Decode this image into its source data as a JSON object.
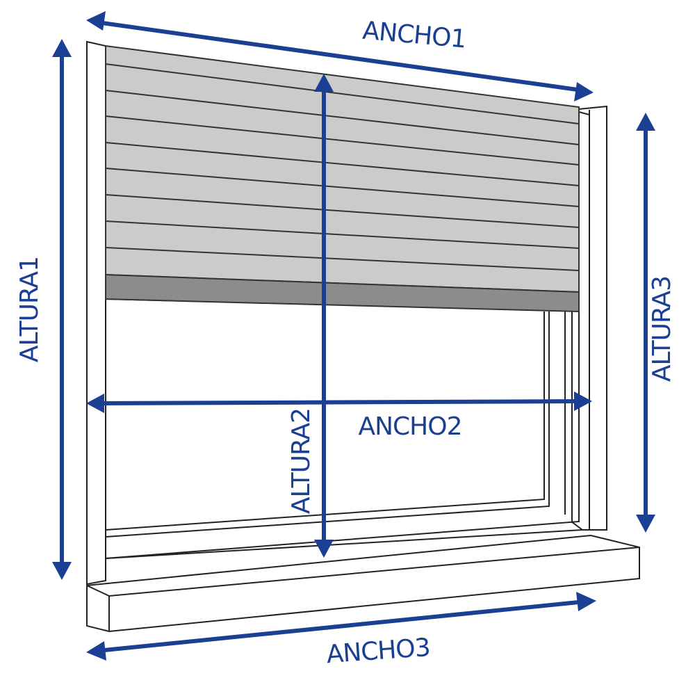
{
  "diagram": {
    "labels": {
      "ancho1": "ANCHO1",
      "ancho2": "ANCHO2",
      "ancho3": "ANCHO3",
      "altura1": "ALTURA1",
      "altura2": "ALTURA2",
      "altura3": "ALTURA3"
    },
    "colors": {
      "dimension": "#1b3f93",
      "slats": "#cbcbcb",
      "bottom_bar": "#8c8c8c",
      "outline": "#222222"
    }
  }
}
